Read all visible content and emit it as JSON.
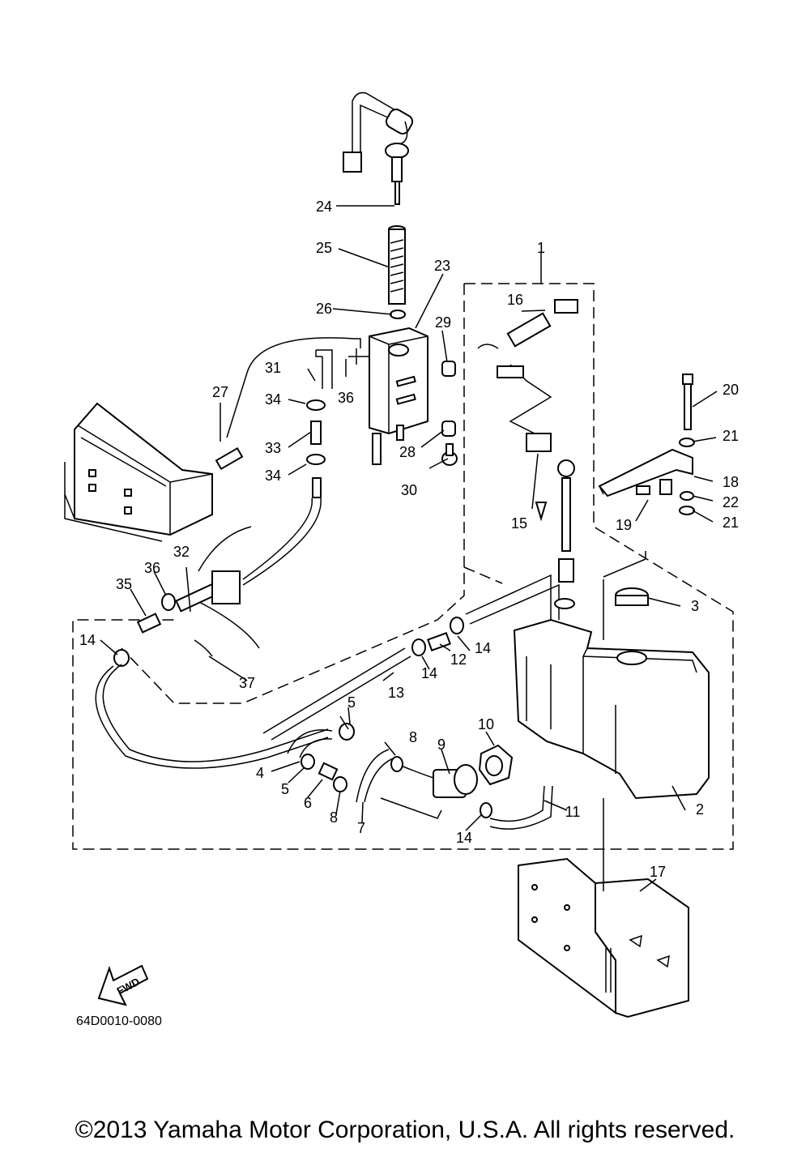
{
  "diagram_code": "64D0010-0080",
  "fwd_label": "FWD",
  "copyright": "©2013 Yamaha Motor Corporation, U.S.A. All rights reserved.",
  "callouts": [
    "1",
    "2",
    "3",
    "4",
    "5",
    "5",
    "6",
    "7",
    "8",
    "8",
    "9",
    "10",
    "11",
    "12",
    "13",
    "14",
    "14",
    "14",
    "14",
    "15",
    "16",
    "17",
    "18",
    "19",
    "20",
    "21",
    "21",
    "22",
    "23",
    "24",
    "25",
    "26",
    "27",
    "28",
    "29",
    "30",
    "31",
    "32",
    "33",
    "34",
    "34",
    "35",
    "36",
    "36",
    "37"
  ]
}
